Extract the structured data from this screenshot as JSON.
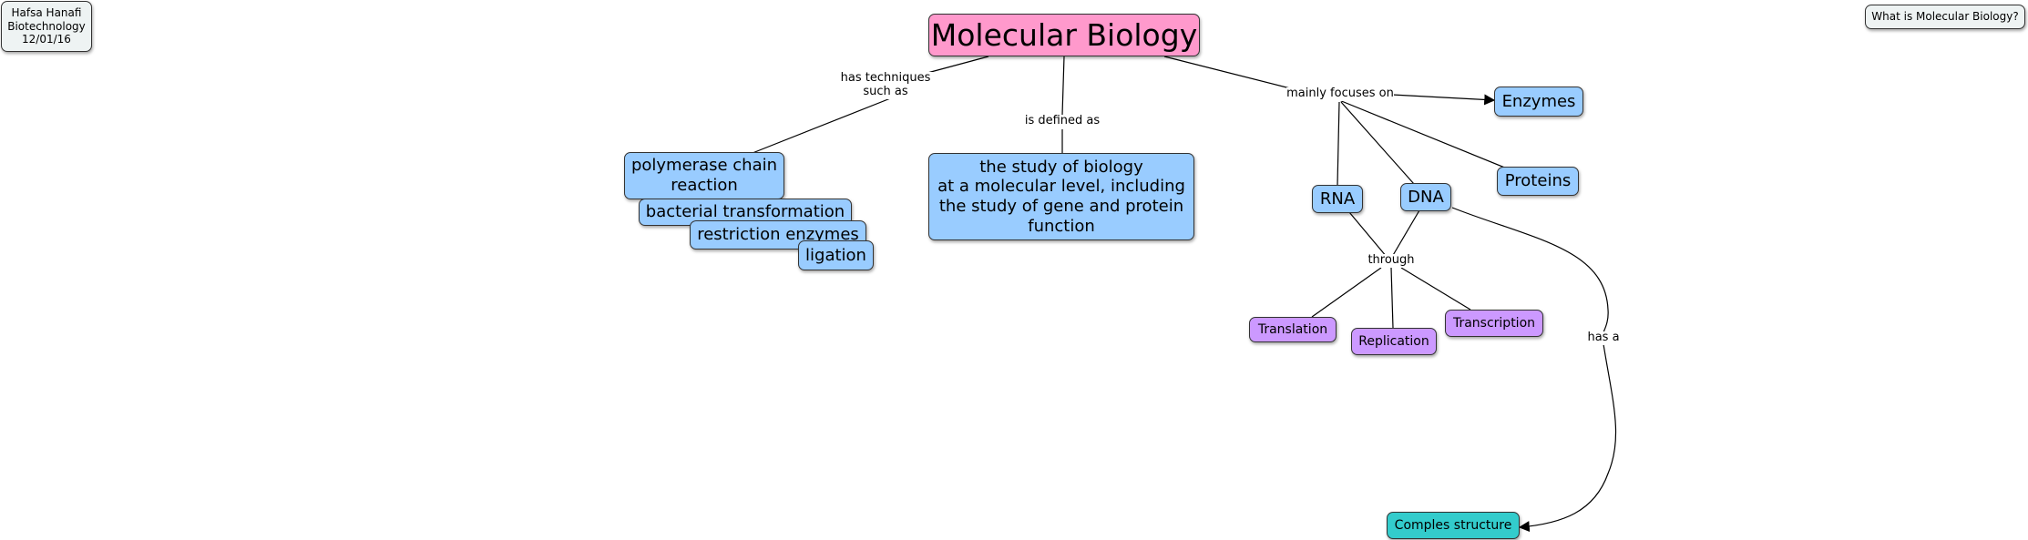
{
  "nodes": {
    "author": "Hafsa Hanafi\nBiotechnology\n12/01/16",
    "question": "What is Molecular Biology?",
    "main": "Molecular Biology",
    "pcr": "polymerase chain\nreaction",
    "bacterial": "bacterial transformation",
    "restriction": "restriction enzymes",
    "ligation": "ligation",
    "definition": "the study of biology\nat a molecular level, including\nthe study of gene and protein\nfunction",
    "enzymes": "Enzymes",
    "proteins": "Proteins",
    "rna": "RNA",
    "dna": "DNA",
    "translation": "Translation",
    "replication": "Replication",
    "transcription": "Transcription",
    "complex": "Comples structure"
  },
  "links": {
    "techniques": "has techniques\nsuch as",
    "defined": "is defined as",
    "focuses": "mainly focuses on",
    "through": "through",
    "has_a": "has a"
  },
  "colors": {
    "main": "#ff99cc",
    "concept": "#99ccff",
    "process": "#cc99ff",
    "structure": "#33cccc",
    "note": "#eef3f3"
  }
}
